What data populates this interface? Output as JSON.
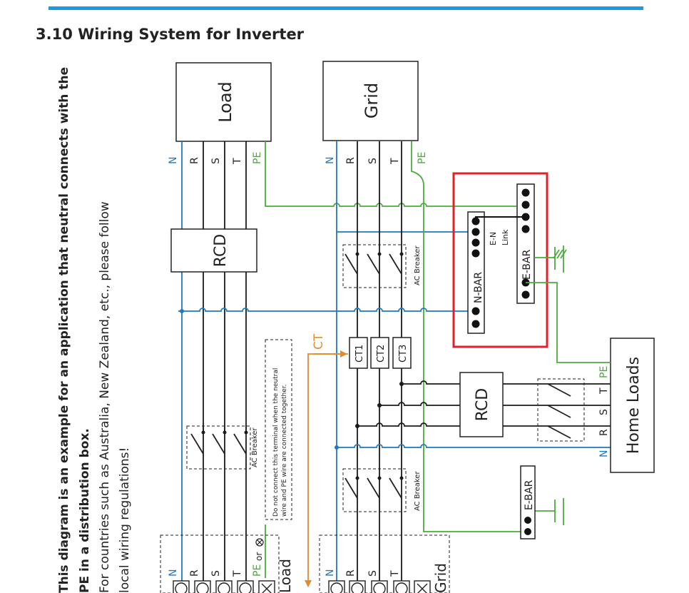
{
  "page": {
    "title": "3.10 Wiring System for Inverter",
    "note_line1": "This diagram is an example for an application that neutral connects with the",
    "note_line2": "PE in a distribution box.",
    "note_line3": "For countries such as Australia, New Zealand, etc., please follow",
    "note_line4": "local wiring regulations!"
  },
  "diagram": {
    "load_box": "Load",
    "grid_box": "Grid",
    "home_loads_box": "Home Loads",
    "rcd_label": "RCD",
    "ac_breaker_label": "AC Breaker",
    "ct_label": "CT",
    "ct_labels": [
      "CT1",
      "CT2",
      "CT3"
    ],
    "n_bar_label": "N-BAR",
    "e_bar_label": "E-BAR",
    "en_link_line1": "E-N",
    "en_link_line2": "Link",
    "terminal_labels": [
      "N",
      "R",
      "S",
      "T"
    ],
    "pe_label": "PE",
    "pe_or_label": "or",
    "inverter_load_label": "Load",
    "inverter_grid_label": "Grid",
    "warning_line1": "Do not connect this terminal when the neutral",
    "warning_line2": "wire and PE wire are connected together.",
    "colors": {
      "neutral": "#1f78c1",
      "earth": "#4caa3c",
      "phase": "#1a1a1a",
      "ct": "#e38b2c",
      "highlight": "#e0202a"
    }
  }
}
